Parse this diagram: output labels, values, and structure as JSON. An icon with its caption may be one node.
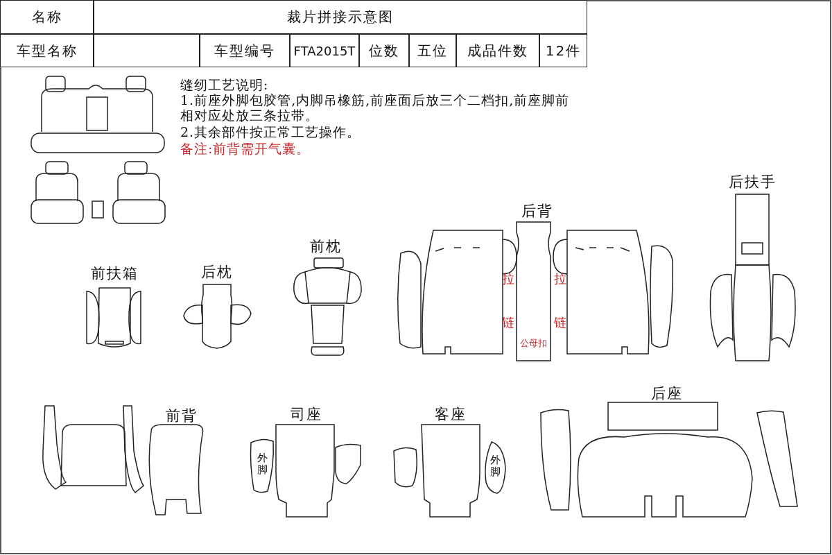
{
  "diagram": {
    "nodes": [
      {
        "text": [
          "公母扣"
        ]
      },
      {
        "text": [
          "外脚"
        ]
      },
      {
        "text": [
          "外脚"
        ]
      }
    ],
    "labels": [
      "名称",
      "裁片拼接示意图",
      "车型名称",
      "车型编号",
      "FTA2015T",
      "位数",
      "五位",
      "成品件数",
      "12件",
      "缝纫工艺说明:",
      "1.前座外脚包胶管,内脚吊橡筋,前座面后放三个二档扣,前座脚前相对应处放三条拉带。",
      "2.其余部件按正常工艺操作。",
      "备注:前背需开气囊。",
      "后扶手",
      "后背",
      "前枕",
      "前扶箱",
      "后枕",
      "拉",
      "拉",
      "链",
      "链",
      "前背",
      "司座",
      "客座",
      "后座"
    ]
  }
}
